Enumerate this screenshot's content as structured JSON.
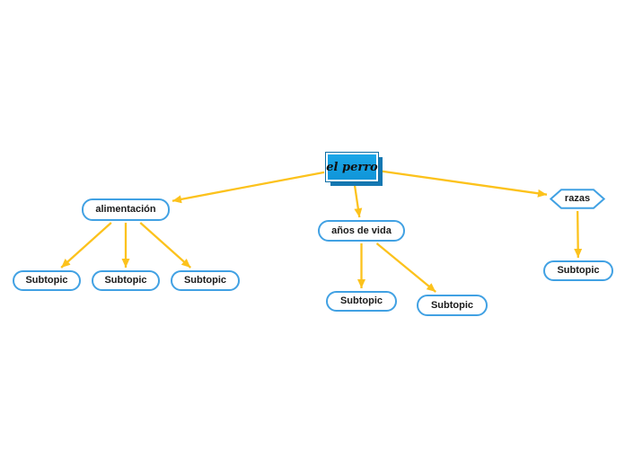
{
  "colors": {
    "background": "#ffffff",
    "node_border": "#41a1e3",
    "text": "#1b1b1b",
    "arrow": "#fcc21c",
    "root_fill_top": "#1ba6e8",
    "root_fill_bottom": "#1095d8",
    "root_shadow": "#1478b2",
    "root_outline": "#0e6fa6",
    "root_inner_border": "#ffffff"
  },
  "mindmap": {
    "nodes": [
      {
        "id": "root",
        "label": "el perro",
        "shape": "rectangle"
      },
      {
        "id": "alimentacion",
        "label": "alimentación",
        "shape": "rounded"
      },
      {
        "id": "anos",
        "label": "años de vida",
        "shape": "rounded"
      },
      {
        "id": "razas",
        "label": "razas",
        "shape": "hexagon"
      },
      {
        "id": "sub1",
        "label": "Subtopic",
        "shape": "rounded"
      },
      {
        "id": "sub2",
        "label": "Subtopic",
        "shape": "rounded"
      },
      {
        "id": "sub3",
        "label": "Subtopic",
        "shape": "rounded"
      },
      {
        "id": "sub4",
        "label": "Subtopic",
        "shape": "rounded"
      },
      {
        "id": "sub5",
        "label": "Subtopic",
        "shape": "rounded"
      },
      {
        "id": "sub6",
        "label": "Subtopic",
        "shape": "rounded"
      }
    ],
    "edges": [
      {
        "from": "root",
        "to": "alimentacion"
      },
      {
        "from": "root",
        "to": "anos"
      },
      {
        "from": "root",
        "to": "razas"
      },
      {
        "from": "alimentacion",
        "to": "sub1"
      },
      {
        "from": "alimentacion",
        "to": "sub2"
      },
      {
        "from": "alimentacion",
        "to": "sub3"
      },
      {
        "from": "anos",
        "to": "sub4"
      },
      {
        "from": "anos",
        "to": "sub5"
      },
      {
        "from": "razas",
        "to": "sub6"
      }
    ]
  }
}
